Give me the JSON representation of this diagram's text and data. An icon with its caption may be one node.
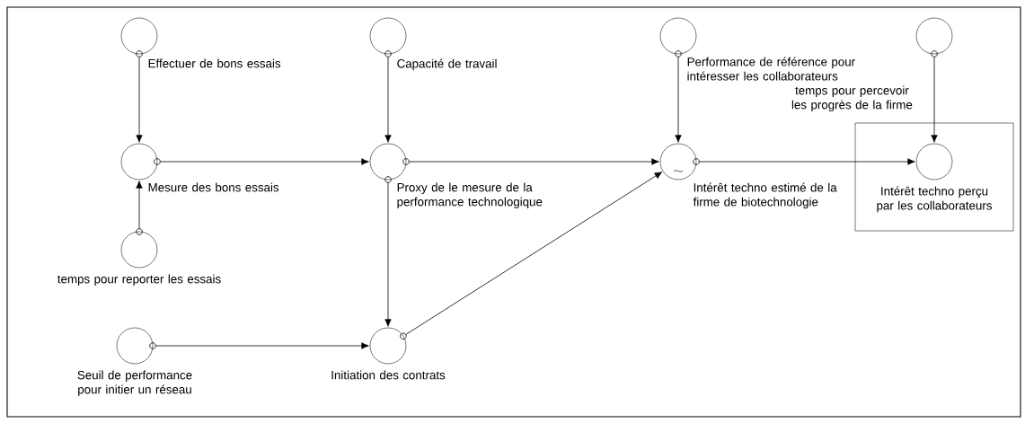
{
  "diagram": {
    "nodes": [
      {
        "text": [
          "Effectuer de bons essais"
        ]
      },
      {
        "text": [
          "Capacité de travail"
        ]
      },
      {
        "text": [
          "Performance de référence pour intéresser les collaborateurs"
        ]
      },
      {
        "text": [
          "temps pour percevoir les progrès de la firme"
        ]
      },
      {
        "text": [
          "Mesure des bons essais"
        ]
      },
      {
        "text": [
          "Proxy de le mesure de la performance technologique"
        ]
      },
      {
        "text": [
          "Intérêt techno estimé de la firme de biotechnologie"
        ]
      },
      {
        "text": [],
        "shape": "box"
      },
      {
        "text": [
          "Intérêt techno perçu par les collaborateurs"
        ],
        "in": 7
      },
      {
        "text": [
          "temps pour reporter les essais"
        ]
      },
      {
        "text": [
          "Seuil de performance pour initier un réseau"
        ]
      },
      {
        "text": [
          "Initiation des contrats"
        ]
      }
    ],
    "edges": [
      {
        "from": 0,
        "to": 4,
        "arrow": "to"
      },
      {
        "from": 9,
        "to": 4,
        "arrow": "to"
      },
      {
        "from": 4,
        "to": 5,
        "arrow": "to"
      },
      {
        "from": 1,
        "to": 5,
        "arrow": "to"
      },
      {
        "from": 5,
        "to": 6,
        "arrow": "to"
      },
      {
        "from": 2,
        "to": 6,
        "arrow": "to"
      },
      {
        "from": 6,
        "to": 8,
        "arrow": "to"
      },
      {
        "from": 3,
        "to": 8,
        "arrow": "to"
      },
      {
        "from": 5,
        "to": 11,
        "arrow": "to"
      },
      {
        "from": 10,
        "to": 11,
        "arrow": "to"
      },
      {
        "from": 11,
        "to": 6,
        "arrow": "to"
      }
    ]
  }
}
